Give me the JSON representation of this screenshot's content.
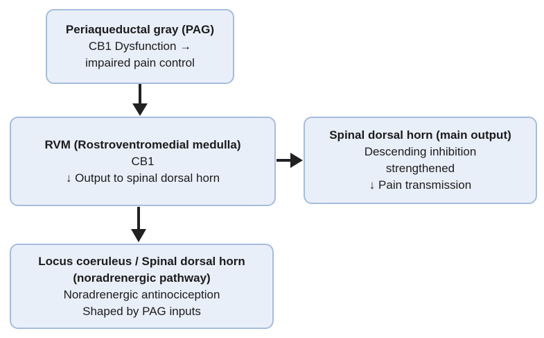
{
  "diagram": {
    "background": "#ffffff",
    "box_fill": "#e9eff9",
    "box_border": "#a6bcde",
    "text_color": "#1b1b1b",
    "arrow_color": "#212121"
  },
  "nodes": [
    {
      "id": "pag",
      "title_lines": [
        "Periaqueductal gray (PAG)"
      ],
      "lines": [
        "CB1 Dysfunction →",
        "impaired pain control"
      ]
    },
    {
      "id": "rvm",
      "title_lines": [
        "RVM (Rostroventromedial medulla)"
      ],
      "lines": [
        "CB1",
        "↓ Output to spinal dorsal horn"
      ]
    },
    {
      "id": "sdh",
      "title_lines": [
        "Spinal dorsal horn (main output)"
      ],
      "lines": [
        "Descending inhibition",
        "strengthened",
        "↓ Pain transmission"
      ]
    },
    {
      "id": "lc",
      "title_lines": [
        "Locus coeruleus / Spinal dorsal horn",
        "(noradrenergic pathway)"
      ],
      "lines": [
        "Noradrenergic antinociception",
        "Shaped by PAG inputs"
      ]
    }
  ],
  "edges": [
    {
      "from": "pag",
      "to": "rvm",
      "direction": "down"
    },
    {
      "from": "rvm",
      "to": "sdh",
      "direction": "right"
    },
    {
      "from": "rvm",
      "to": "lc",
      "direction": "down"
    }
  ]
}
